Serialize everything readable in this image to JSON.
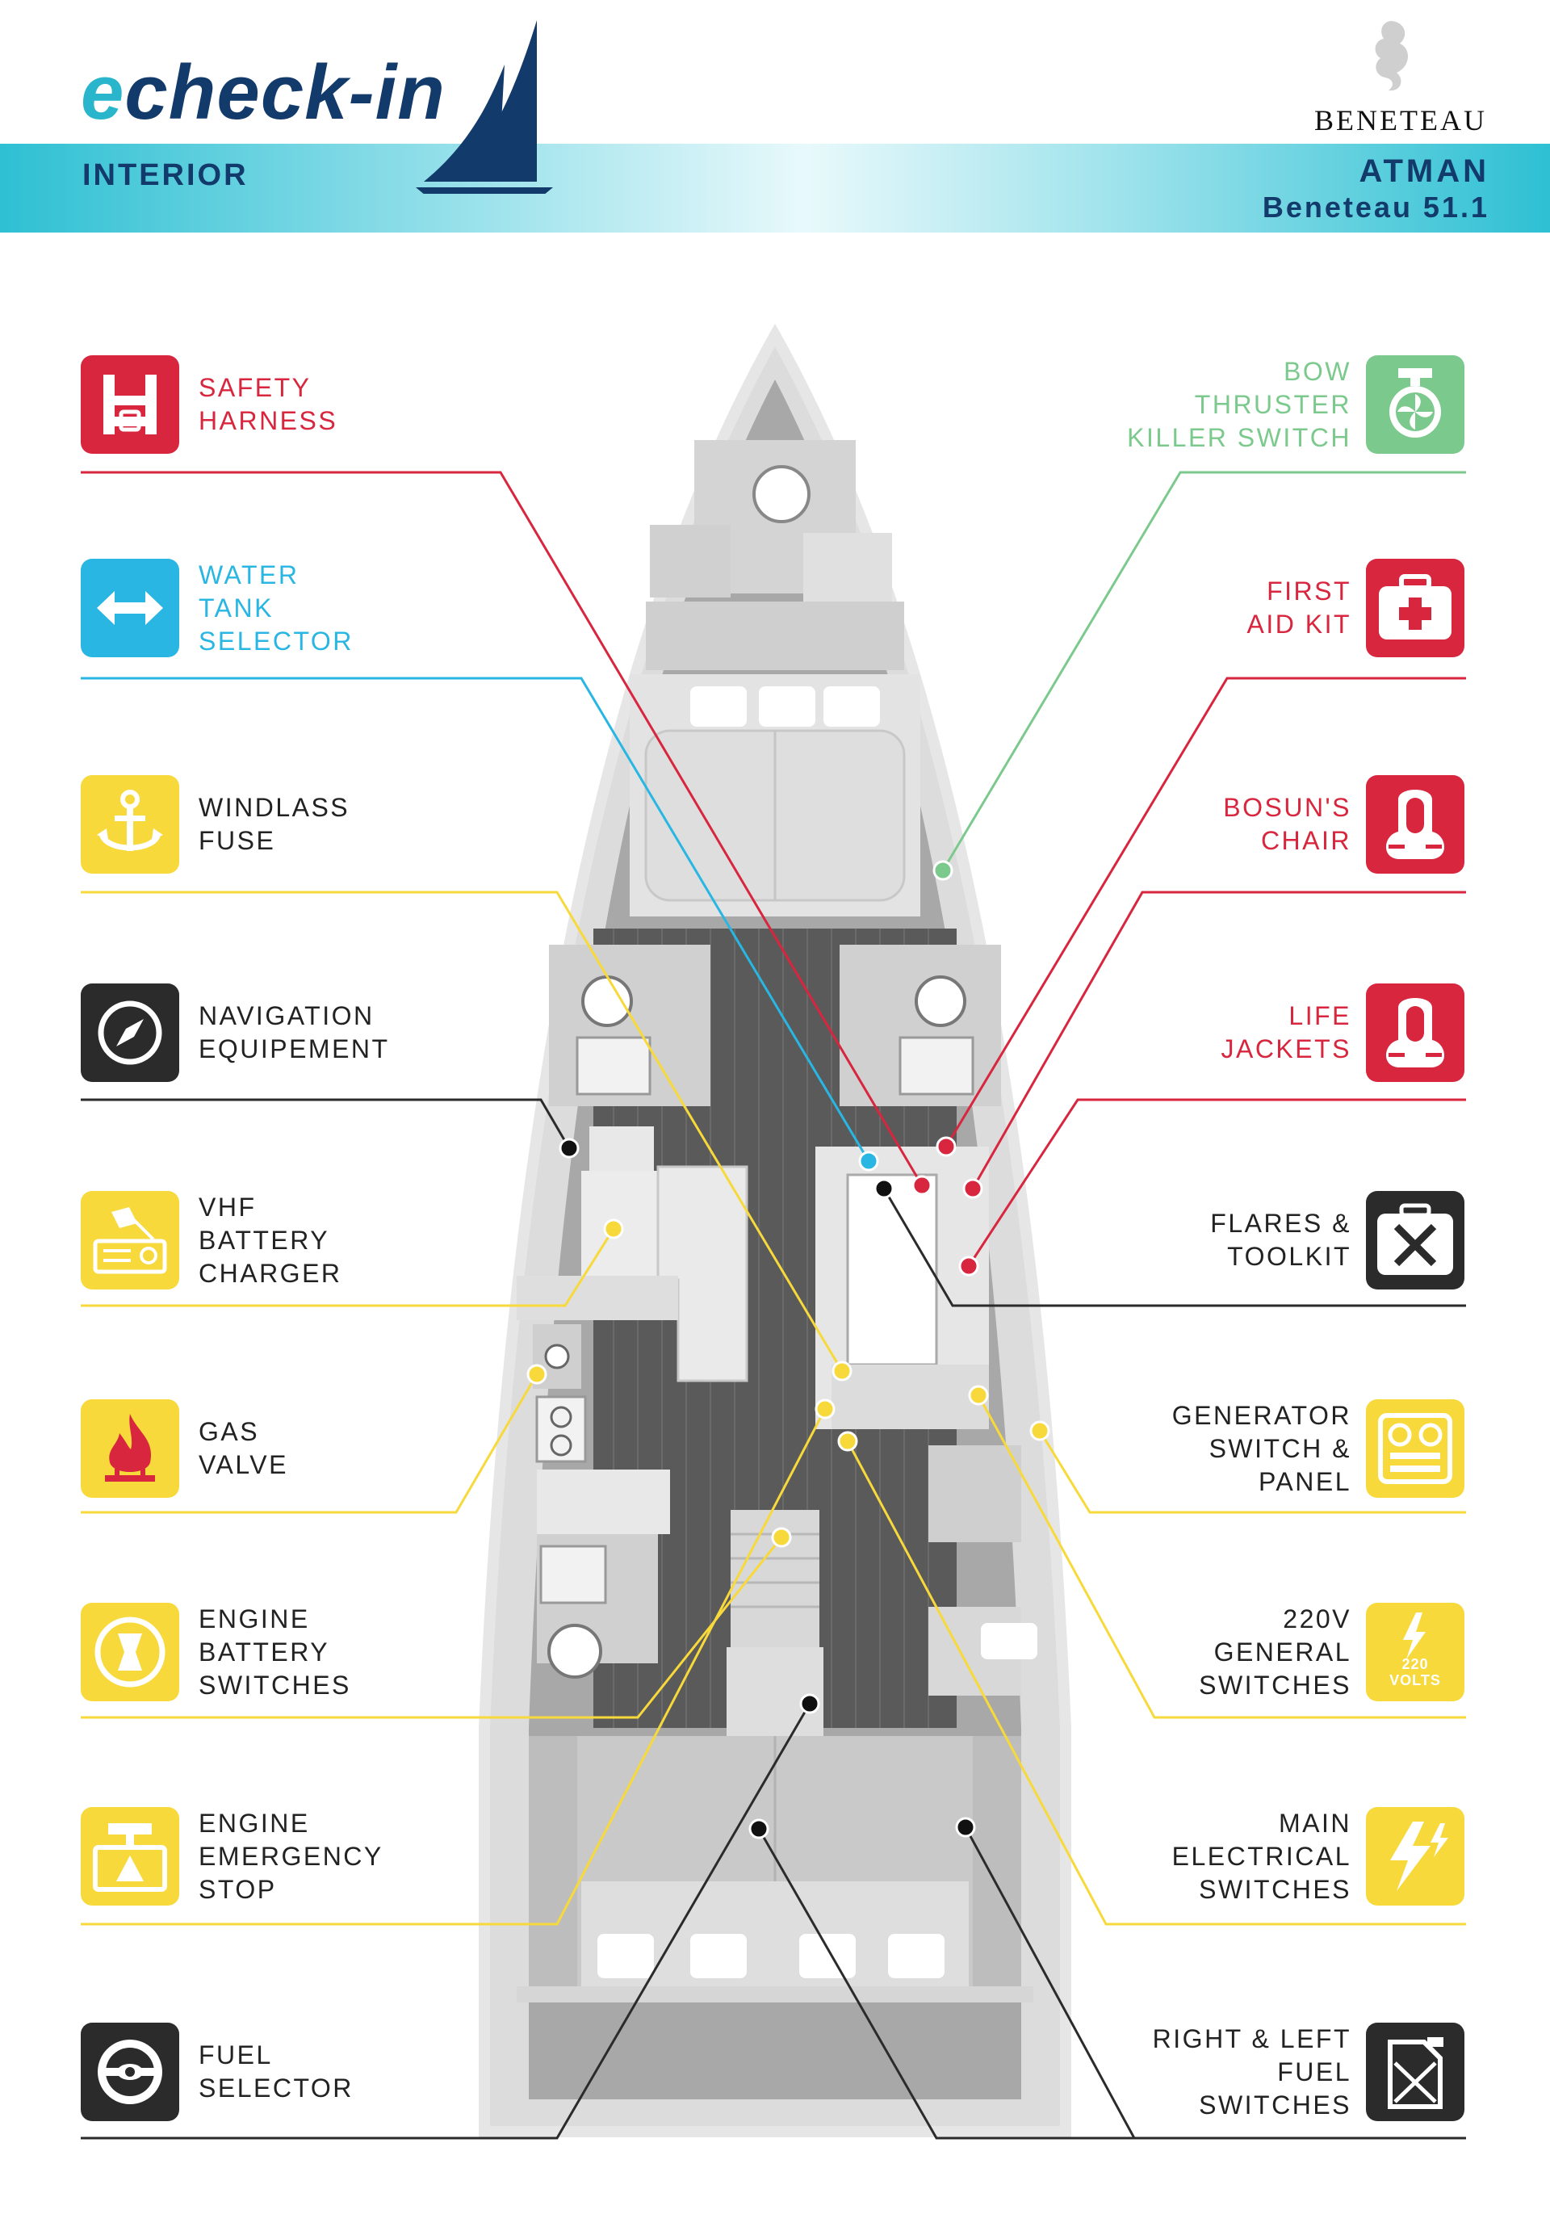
{
  "header": {
    "logo_prefix": "e",
    "logo_rest": "check-in",
    "section": "INTERIOR",
    "brand": "BENETEAU",
    "boat_name": "ATMAN",
    "boat_model": "Beneteau 51.1"
  },
  "colors": {
    "red": "#d7263d",
    "blue": "#29b6e3",
    "yellow": "#f8d93b",
    "green": "#7cc98d",
    "black": "#2b2b2b",
    "navy": "#123a6a"
  },
  "left_items": [
    {
      "text": "SAFETY\nHARNESS",
      "color": "red",
      "icon": "harness-icon"
    },
    {
      "text": "WATER\nTANK\nSELECTOR",
      "color": "blue",
      "icon": "double-arrow-icon"
    },
    {
      "text": "WINDLASS\nFUSE",
      "color": "yellow",
      "icon": "anchor-icon"
    },
    {
      "text": "NAVIGATION\nEQUIPEMENT",
      "color": "black",
      "icon": "compass-icon"
    },
    {
      "text": "VHF\nBATTERY\nCHARGER",
      "color": "yellow",
      "icon": "radio-icon"
    },
    {
      "text": "GAS\nVALVE",
      "color": "yellow",
      "icon": "flame-icon"
    },
    {
      "text": "ENGINE\nBATTERY\nSWITCHES",
      "color": "yellow",
      "icon": "battery-switch-icon"
    },
    {
      "text": "ENGINE\nEMERGENCY\nSTOP",
      "color": "yellow",
      "icon": "warning-stop-icon"
    },
    {
      "text": "FUEL\nSELECTOR",
      "color": "black",
      "icon": "fuel-selector-icon"
    }
  ],
  "right_items": [
    {
      "text": "BOW\nTHRUSTER\nKILLER SWITCH",
      "color": "green",
      "icon": "thruster-icon"
    },
    {
      "text": "FIRST\nAID KIT",
      "color": "red",
      "icon": "first-aid-icon"
    },
    {
      "text": "BOSUN'S\nCHAIR",
      "color": "red",
      "icon": "lifebuoy-icon"
    },
    {
      "text": "LIFE\nJACKETS",
      "color": "red",
      "icon": "lifejacket-icon"
    },
    {
      "text": "FLARES &\nTOOLKIT",
      "color": "black",
      "icon": "toolkit-icon"
    },
    {
      "text": "GENERATOR\nSWITCH &\nPANEL",
      "color": "yellow",
      "icon": "generator-panel-icon"
    },
    {
      "text": "220V\nGENERAL\nSWITCHES",
      "color": "yellow",
      "icon": "bolt-220-icon",
      "icon_text": "220\nVOLTS"
    },
    {
      "text": "MAIN\nELECTRICAL\nSWITCHES",
      "color": "yellow",
      "icon": "double-bolt-icon"
    },
    {
      "text": "RIGHT & LEFT\nFUEL\nSWITCHES",
      "color": "black",
      "icon": "jerrycan-icon"
    }
  ]
}
